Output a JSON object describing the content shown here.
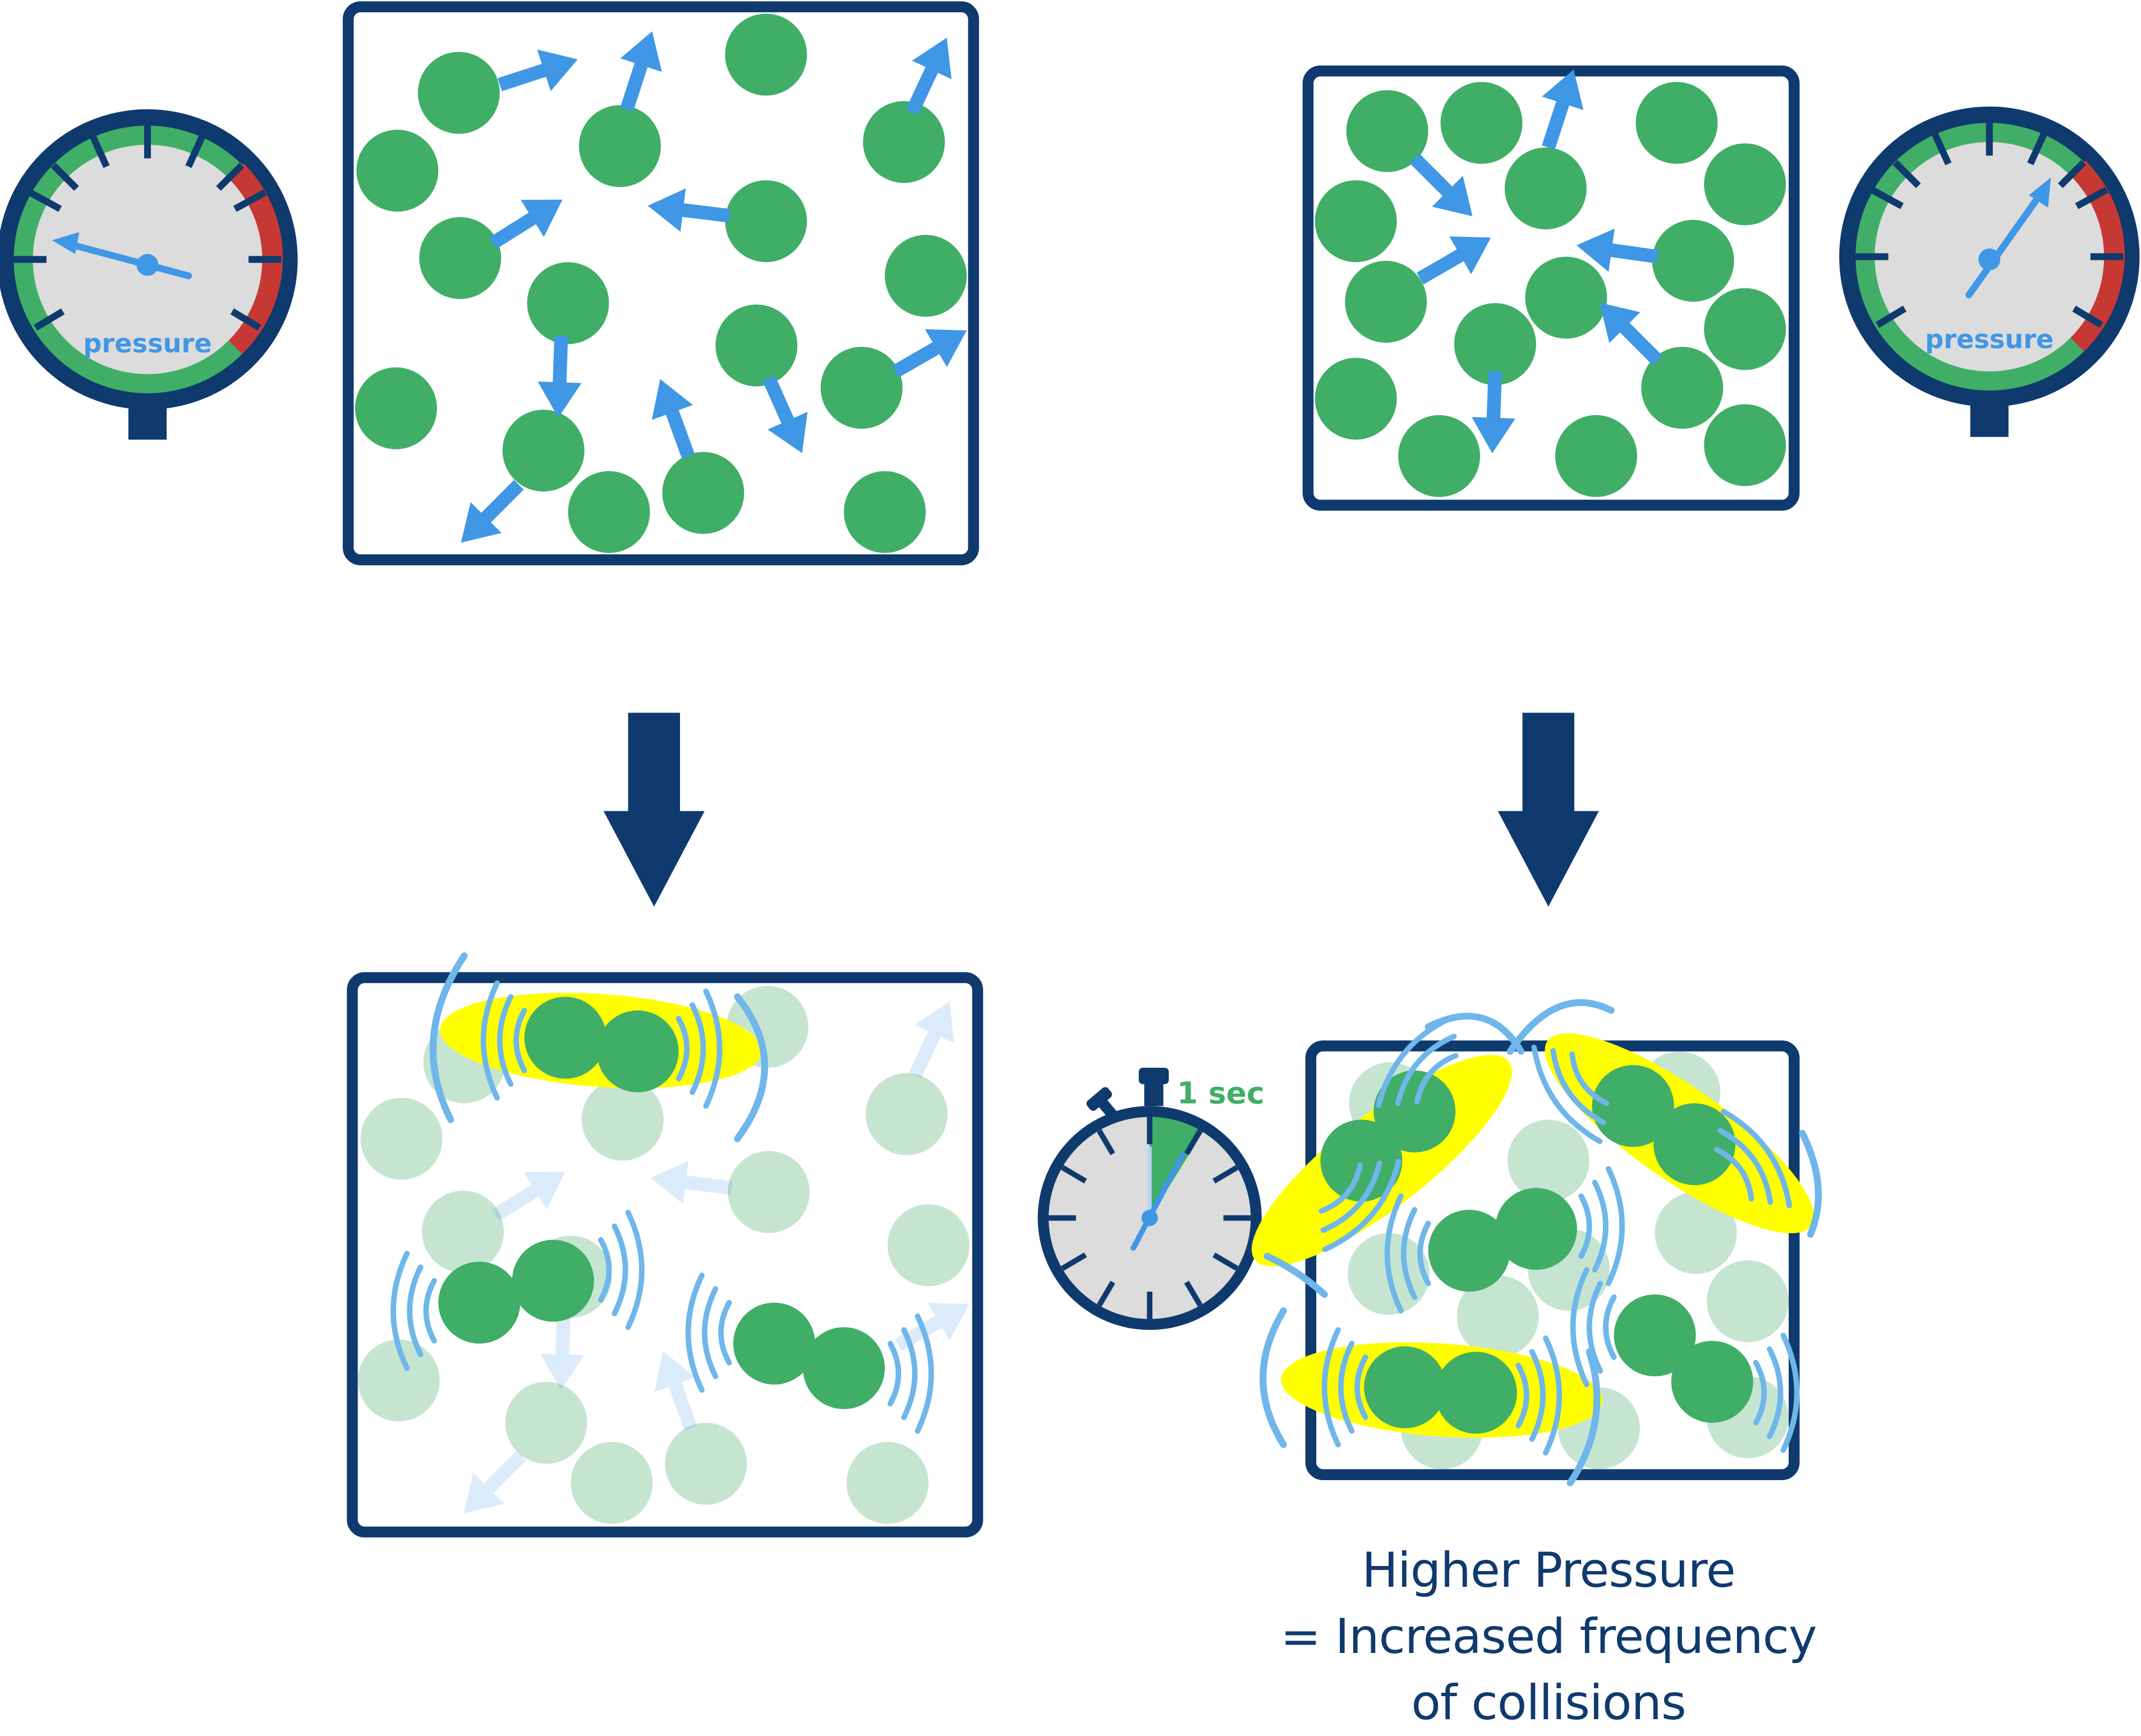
{
  "gauge_left": {
    "label": "pressure",
    "level": "low"
  },
  "gauge_right": {
    "label": "pressure",
    "level": "high"
  },
  "stopwatch": {
    "label": "1 sec"
  },
  "caption": {
    "line1": "Higher Pressure",
    "line2": "= Increased frequency",
    "line3": "of collisions"
  },
  "colors": {
    "navy": "#0f3a6e",
    "particle": "#40ae67",
    "arrow": "#3f97e5",
    "red_zone": "#c63834",
    "gauge_face": "#dcdcdc",
    "highlight": "#ffff00"
  }
}
